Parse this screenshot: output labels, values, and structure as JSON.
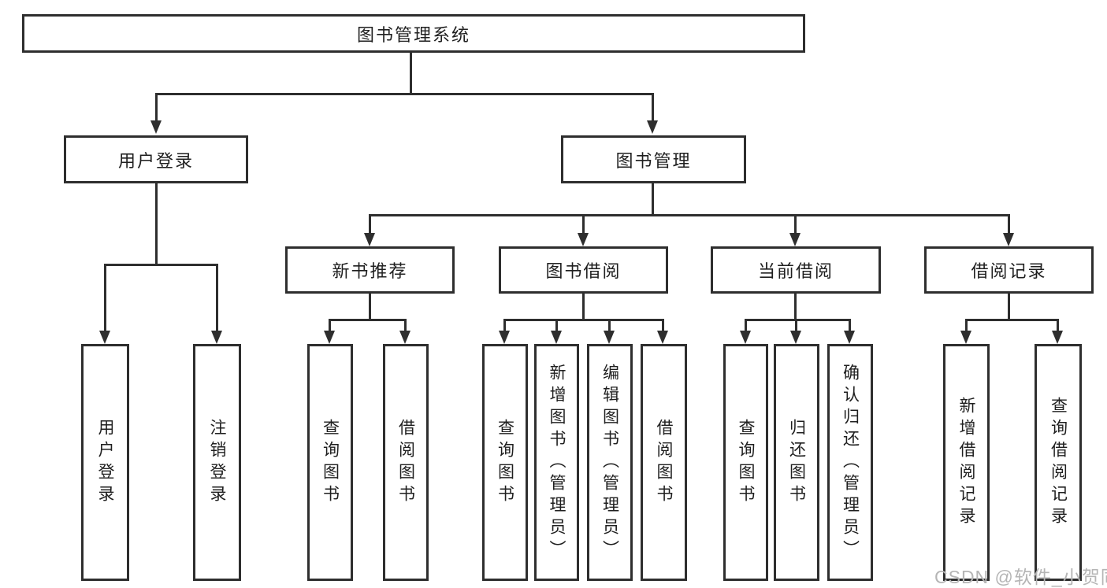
{
  "diagram": {
    "type": "hierarchy-tree",
    "orientation": "top-down"
  },
  "tree": {
    "root": {
      "label": "图书管理系统",
      "children": [
        {
          "label": "用户登录",
          "children": [
            {
              "label": "用户登录"
            },
            {
              "label": "注销登录"
            }
          ]
        },
        {
          "label": "图书管理",
          "children": [
            {
              "label": "新书推荐",
              "children": [
                {
                  "label": "查询图书"
                },
                {
                  "label": "借阅图书"
                }
              ]
            },
            {
              "label": "图书借阅",
              "children": [
                {
                  "label": "查询图书"
                },
                {
                  "label": "新增图书（管理员）"
                },
                {
                  "label": "编辑图书（管理员）"
                },
                {
                  "label": "借阅图书"
                }
              ]
            },
            {
              "label": "当前借阅",
              "children": [
                {
                  "label": "查询图书"
                },
                {
                  "label": "归还图书"
                },
                {
                  "label": "确认归还（管理员）"
                }
              ]
            },
            {
              "label": "借阅记录",
              "children": [
                {
                  "label": "新增借阅记录"
                },
                {
                  "label": "查询借阅记录"
                }
              ]
            }
          ]
        }
      ]
    }
  },
  "watermark": {
    "text": "CSDN @软件_小贺同学",
    "color": "#b5b5b5"
  },
  "colors": {
    "line": "#2e2e2e",
    "box_border": "#2e2e2e",
    "box_background": "#ffffff",
    "text": "#1f1f1f",
    "page_background": "#ffffff"
  }
}
